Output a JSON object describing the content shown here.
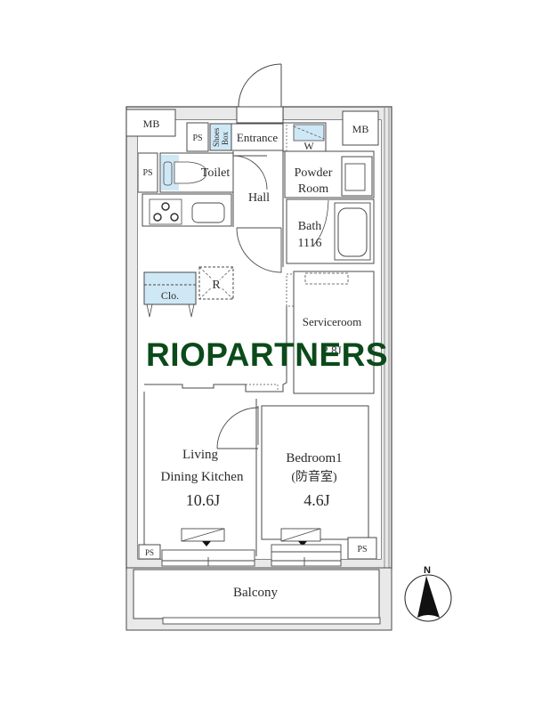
{
  "watermark": "RIOPARTNERS",
  "colors": {
    "wall_fill": "#e9e9e9",
    "line": "#4a4a4a",
    "fixture_blue": "#cfe8f6",
    "watermark": "#0b4a1a"
  },
  "rooms": {
    "mb_left": "MB",
    "mb_right": "MB",
    "ps_entrance": "PS",
    "ps_toilet": "PS",
    "ps_living": "PS",
    "ps_bedroom": "PS",
    "shoes_box_line1": "Shoes",
    "shoes_box_line2": "Box",
    "entrance": "Entrance",
    "washer": "W",
    "toilet": "Toilet",
    "powder_room_line1": "Powder",
    "powder_room_line2": "Room",
    "hall": "Hall",
    "bath_line1": "Bath",
    "bath_line2": "1116",
    "closet": "Clo.",
    "refrigerator": "R",
    "serviceroom": "Serviceroom",
    "serviceroom_size": "2.8J",
    "living_line1": "Living",
    "living_line2": "Dining Kitchen",
    "living_size": "10.6J",
    "bedroom_line1": "Bedroom1",
    "bedroom_line2": "(防音室)",
    "bedroom_size": "4.6J",
    "balcony": "Balcony"
  },
  "compass": {
    "label": "N"
  }
}
